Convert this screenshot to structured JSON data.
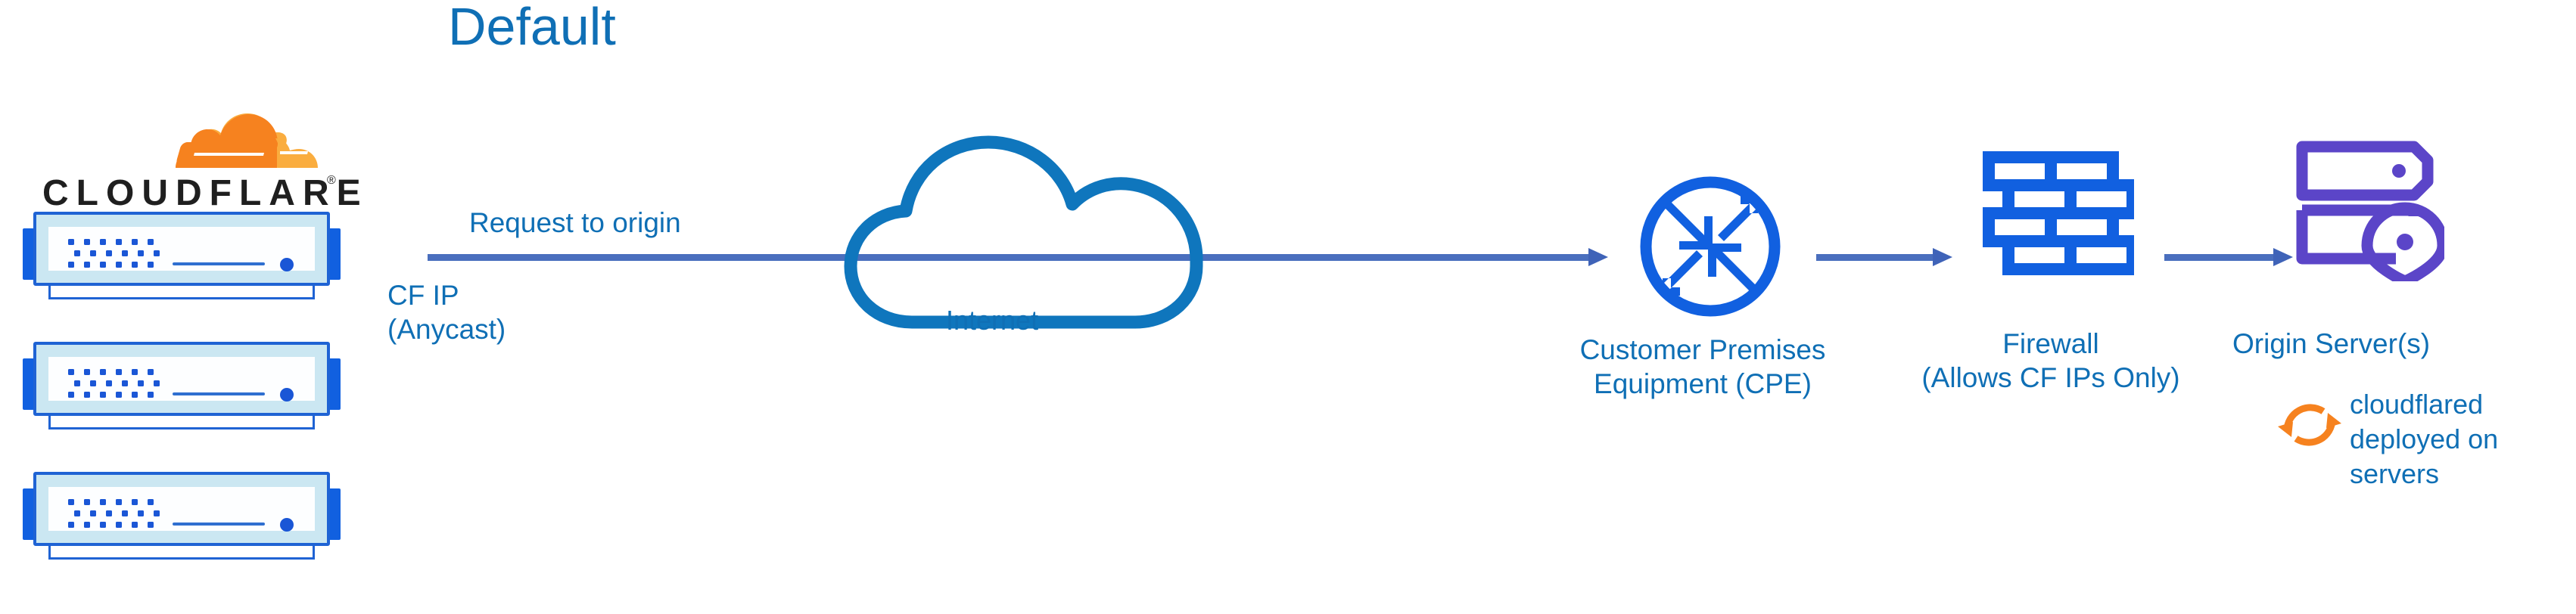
{
  "diagram": {
    "title": "Default",
    "type": "network-flow",
    "background": "#ffffff"
  },
  "colors": {
    "title_blue": "#0f6fb5",
    "label_blue": "#0f6fb5",
    "icon_blue": "#1160e0",
    "cloud_blue": "#0f76bd",
    "arrow_blue": "#4a6fbe",
    "origin_purple": "#5b45c8",
    "cloudflare_orange": "#f6821f",
    "cloudflare_orange_light": "#faad3f",
    "wordmark_black": "#1f1f1f"
  },
  "brand": {
    "logo_icon": "cloudflare-cloud-icon",
    "wordmark": "CLOUDFLARE",
    "registered_mark": "®"
  },
  "servers": {
    "count": 3,
    "icon": "rack-server-icon",
    "label_lines": [
      "CF IP",
      "(Anycast)"
    ]
  },
  "connectors": [
    {
      "name": "request-to-origin",
      "label": "Request to origin",
      "from": "cloudflare-edge-servers",
      "to": "customer-premises-equipment",
      "through": "internet",
      "color": "#4a6fbe"
    },
    {
      "name": "cpe-to-firewall",
      "label": "",
      "from": "customer-premises-equipment",
      "to": "firewall",
      "color": "#4a6fbe"
    },
    {
      "name": "firewall-to-origin",
      "label": "",
      "from": "firewall",
      "to": "origin-servers",
      "color": "#4a6fbe"
    }
  ],
  "nodes": {
    "internet": {
      "label": "Internet",
      "icon": "cloud-outline-icon",
      "color": "#0f76bd"
    },
    "cpe": {
      "label_lines": [
        "Customer Premises",
        "Equipment (CPE)"
      ],
      "icon": "router-circle-arrows-icon",
      "color": "#1160e0"
    },
    "firewall": {
      "label_lines": [
        "Firewall",
        "(Allows CF IPs Only)"
      ],
      "icon": "brick-wall-icon",
      "color": "#1160e0"
    },
    "origin": {
      "label": "Origin Server(s)",
      "icon": "server-stack-location-pin-icon",
      "color": "#5b45c8"
    },
    "cloudflared": {
      "label_lines": [
        "cloudflared",
        "deployed on",
        "servers"
      ],
      "icon": "sync-arrows-circle-icon",
      "color": "#f6821f"
    }
  }
}
